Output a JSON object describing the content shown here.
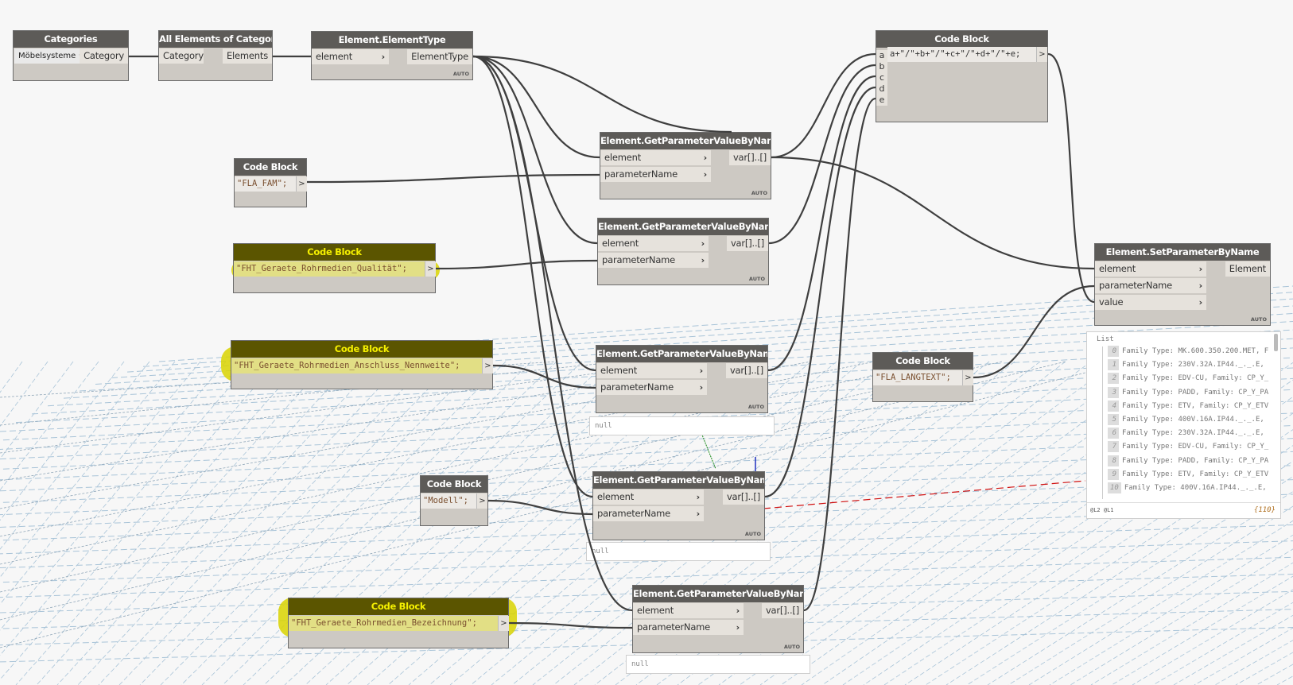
{
  "nodes": {
    "categories": {
      "title": "Categories",
      "dropdown_value": "Möbelsysteme",
      "output": "Category"
    },
    "all_elements": {
      "title": "All Elements of Category",
      "input": "Category",
      "output": "Elements"
    },
    "element_type": {
      "title": "Element.ElementType",
      "input": "element",
      "output": "ElementType",
      "lacing": "AUTO"
    },
    "code_fam": {
      "title": "Code Block",
      "code": "\"FLA_FAM\";",
      "output": ">"
    },
    "code_qualitaet": {
      "title": "Code Block",
      "code": "\"FHT_Geraete_Rohrmedien_Qualität\";",
      "output": ">"
    },
    "code_nennweite": {
      "title": "Code Block",
      "code": "\"FHT_Geraete_Rohrmedien_Anschluss_Nennweite\";",
      "output": ">"
    },
    "code_modell": {
      "title": "Code Block",
      "code": "\"Modell\";",
      "output": ">"
    },
    "code_bezeichnung": {
      "title": "Code Block",
      "code": "\"FHT_Geraete_Rohrmedien_Bezeichnung\";",
      "output": ">"
    },
    "code_langtext": {
      "title": "Code Block",
      "code": "\"FLA_LANGTEXT\";",
      "output": ">"
    },
    "code_concat": {
      "title": "Code Block",
      "code": "a+\"/\"+b+\"/\"+c+\"/\"+d+\"/\"+e;",
      "inputs": [
        "a",
        "b",
        "c",
        "d",
        "e"
      ],
      "output": ">"
    },
    "gpv1": {
      "title": "Element.GetParameterValueByName",
      "inputs": [
        "element",
        "parameterName"
      ],
      "output": "var[]..[]",
      "lacing": "AUTO"
    },
    "gpv2": {
      "title": "Element.GetParameterValueByName",
      "inputs": [
        "element",
        "parameterName"
      ],
      "output": "var[]..[]",
      "lacing": "AUTO"
    },
    "gpv3": {
      "title": "Element.GetParameterValueByName",
      "inputs": [
        "element",
        "parameterName"
      ],
      "output": "var[]..[]",
      "lacing": "AUTO",
      "preview": "null"
    },
    "gpv4": {
      "title": "Element.GetParameterValueByName",
      "inputs": [
        "element",
        "parameterName"
      ],
      "output": "var[]..[]",
      "lacing": "AUTO",
      "preview": "null"
    },
    "gpv5": {
      "title": "Element.GetParameterValueByName",
      "inputs": [
        "element",
        "parameterName"
      ],
      "output": "var[]..[]",
      "lacing": "AUTO",
      "preview": "null"
    },
    "set_param": {
      "title": "Element.SetParameterByName",
      "inputs": [
        "element",
        "parameterName",
        "value"
      ],
      "output": "Element",
      "lacing": "AUTO"
    }
  },
  "watch": {
    "header": "List",
    "items": [
      {
        "index": "0",
        "text": "Family Type: MK.600.350.200.MET, F"
      },
      {
        "index": "1",
        "text": "Family Type: 230V.32A.IP44._._.E,"
      },
      {
        "index": "2",
        "text": "Family Type: EDV-CU, Family: CP_Y_"
      },
      {
        "index": "3",
        "text": "Family Type: PADD, Family: CP_Y_PA"
      },
      {
        "index": "4",
        "text": "Family Type: ETV, Family: CP_Y_ETV"
      },
      {
        "index": "5",
        "text": "Family Type: 400V.16A.IP44._._.E,"
      },
      {
        "index": "6",
        "text": "Family Type: 230V.32A.IP44._._.E,"
      },
      {
        "index": "7",
        "text": "Family Type: EDV-CU, Family: CP_Y_"
      },
      {
        "index": "8",
        "text": "Family Type: PADD, Family: CP_Y_PA"
      },
      {
        "index": "9",
        "text": "Family Type: ETV, Family: CP_Y_ETV"
      },
      {
        "index": "10",
        "text": "Family Type: 400V.16A.IP44._._.E,"
      }
    ],
    "levels": "@L2 @L1",
    "count": "{110}"
  },
  "colors": {
    "wire": "#3f3f3f",
    "node_header": "#5d5b58",
    "node_body": "#cdc9c3",
    "highlight": "#d9d400",
    "grid": "#a9c4d8"
  }
}
